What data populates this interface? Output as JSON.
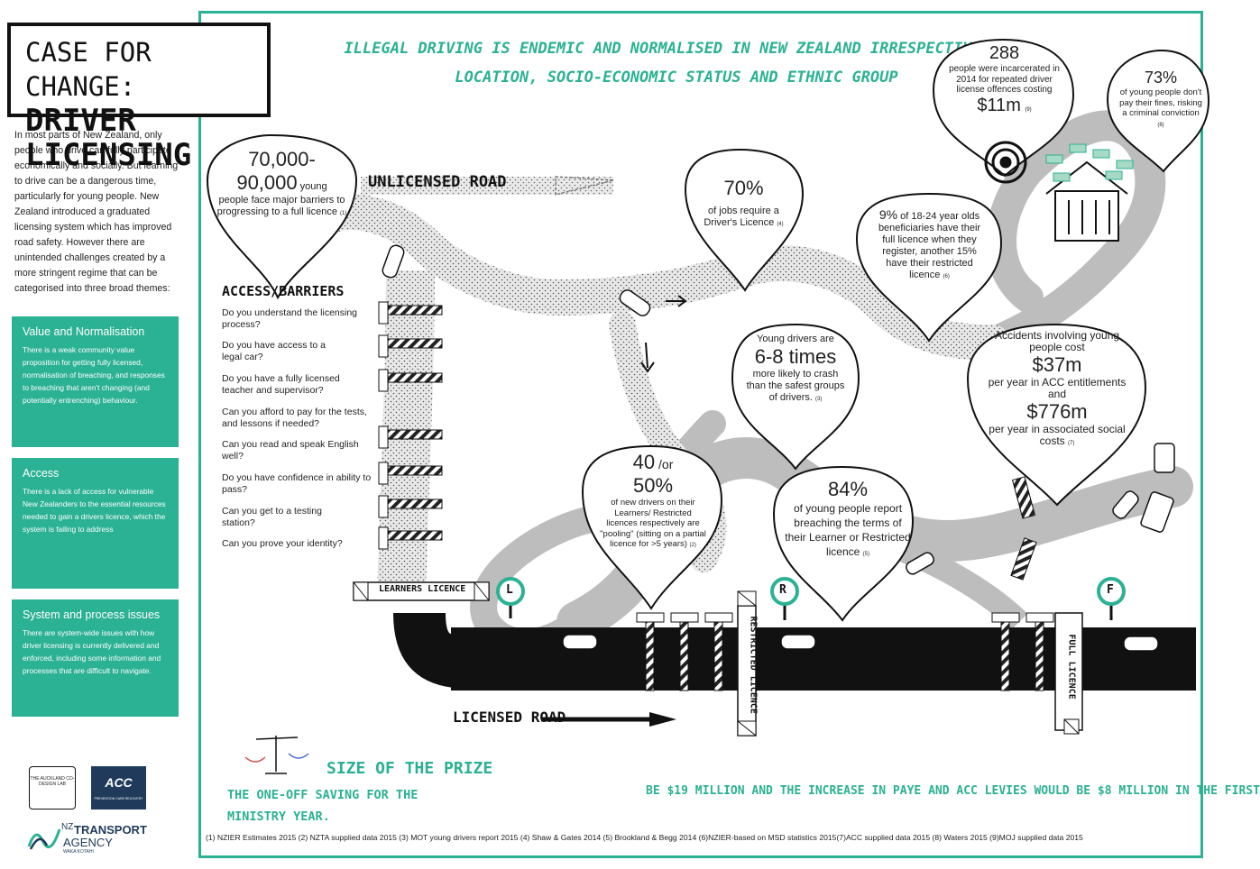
{
  "title": {
    "line1": "Case for change:",
    "line2": "Driver licensing"
  },
  "intro": "In most parts of New Zealand, only people who drive can fully participate economically and socially. But learning to drive can be a dangerous time, particularly for young people. New Zealand introduced a graduated licensing system which has improved road safety. However there are unintended challenges created by a more stringent regime that can be categorised into three broad themes:",
  "themes": [
    {
      "title": "Value and Normalisation",
      "body": "There is a weak community value proposition for getting fully licensed, normalisation of breaching, and responses to breaching that aren't changing (and potentially entrenching) behaviour."
    },
    {
      "title": "Access",
      "body": "There is a lack of access for vulnerable New Zealanders to the essential resources needed to gain a drivers licence, which the system is failing to address"
    },
    {
      "title": "System and process issues",
      "body": "There are system-wide issues with how driver licensing is currently delivered and enforced, including some information and processes that are difficult to navigate."
    }
  ],
  "headline": "Illegal driving is endemic and normalised in New Zealand irrespective of location, socio-economic status and ethnic group",
  "labels": {
    "unlicensed_road": "Unlicensed road",
    "licensed_road": "Licensed road",
    "access_barriers": "Access/Barriers",
    "learners_licence": "Learners Licence",
    "restricted_licence": "Restricted Licence",
    "full_licence": "Full Licence",
    "sign_l": "L",
    "sign_r": "R",
    "sign_f": "F"
  },
  "barriers": [
    "Do you understand the licensing process?",
    "Do you have access to a legal car?",
    "Do you have a fully licensed teacher and supervisor?",
    "Can you afford to pay for the tests, and lessons if needed?",
    "Can you read and speak English well?",
    "Do you have confidence in ability to pass?",
    "Can you get to a testing station?",
    "Can you prove your identity?"
  ],
  "stats": {
    "young_big": "70,000-",
    "young_big2": "90,000",
    "young_text1": " young",
    "young_text2": "people face major barriers to progressing to a full licence",
    "young_ref": "(1)",
    "jobs_big": "70%",
    "jobs_text": "of jobs require a Driver's Licence",
    "jobs_ref": "(4)",
    "benef_big": "9%",
    "benef_text": " of 18-24 year olds beneficiaries have their full licence when they register, another 15% have their restricted licence",
    "benef_ref": "(6)",
    "crash_text1": "Young drivers are",
    "crash_big": "6-8 times",
    "crash_text2": "more likely to crash than the safest groups of drivers.",
    "crash_ref": "(3)",
    "pool_big1": "40",
    "pool_or": " /or",
    "pool_big2": "50%",
    "pool_text": "of new drivers on their Learners/ Restricted licences respectively are \"pooling\" (sitting on a partial licence for >5 years)",
    "pool_ref": "(2)",
    "breach_big": "84%",
    "breach_text": "of young people report breaching the terms of their Learner or Restricted licence",
    "breach_ref": "(5)",
    "acc_text1": "Accidents involving young people cost",
    "acc_big1": "$37m",
    "acc_text2": "per year in ACC entitlements and",
    "acc_big2": "$776m",
    "acc_text3": "per year in associated social costs",
    "acc_ref": "(7)",
    "jail_big": "288",
    "jail_text": "people were incarcerated in 2014 for repeated driver license offences costing",
    "jail_cost": "$11m",
    "jail_ref": "(9)",
    "fines_big": "73%",
    "fines_text": "of young people don't pay their fines, risking a criminal conviction",
    "fines_ref": "(8)"
  },
  "prize": {
    "title": "Size of the prize",
    "left": "The one-off saving for the Ministry year.",
    "right": "be $19 million and the increase in PAYE and ACC levies would be $8 million in the first"
  },
  "references": "(1) NZIER Estimates 2015 (2) NZTA supplied data 2015 (3) MOT young drivers report 2015 (4) Shaw & Gates 2014 (5) Brookland & Begg 2014 (6)NZIER-based on MSD statistics 2015(7)ACC supplied data 2015 (8) Waters 2015 (9)MOJ supplied data 2015",
  "logos": {
    "auckland": "THE AUCKLAND CO-DESIGN LAB",
    "acc": "ACC",
    "acc_sub": "PREVENTION CARE RECOVERY",
    "nzta1": "NZ",
    "nzta2": "TRANSPORT",
    "nzta3": "AGENCY",
    "nzta4": "WAKA KOTAHI"
  },
  "colors": {
    "accent": "#2bb193",
    "road": "#111111",
    "dotted_road": "#e4e4e4",
    "grey_road": "#bdbdbd"
  }
}
